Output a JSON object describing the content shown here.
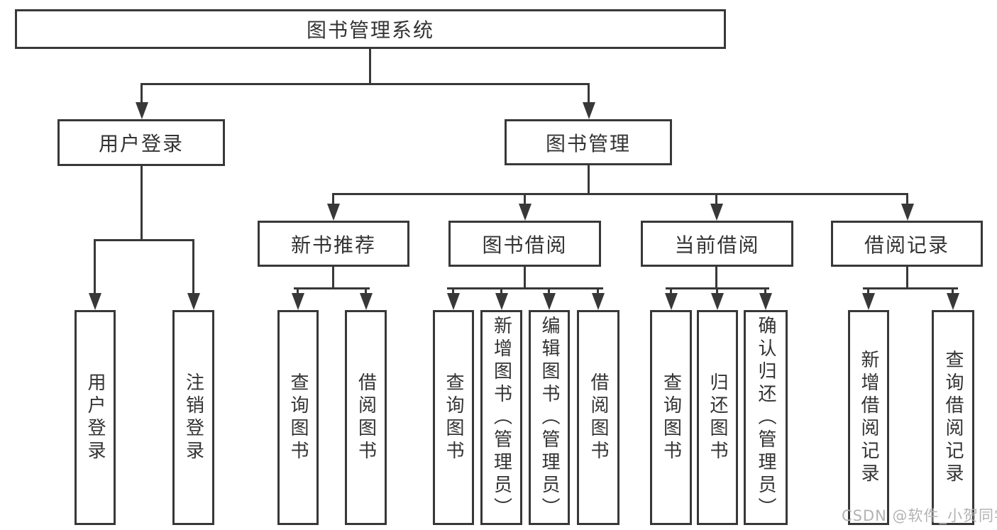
{
  "diagram_type": "hierarchy-tree",
  "tree": {
    "label": "图书管理系统",
    "children": [
      {
        "label": "用户登录",
        "children": [
          {
            "label": "用户登录"
          },
          {
            "label": "注销登录"
          }
        ]
      },
      {
        "label": "图书管理",
        "children": [
          {
            "label": "新书推荐",
            "children": [
              {
                "label": "查询图书"
              },
              {
                "label": "借阅图书"
              }
            ]
          },
          {
            "label": "图书借阅",
            "children": [
              {
                "label": "查询图书"
              },
              {
                "label": "新增图书（管理员）"
              },
              {
                "label": "编辑图书（管理员）"
              },
              {
                "label": "借阅图书"
              }
            ]
          },
          {
            "label": "当前借阅",
            "children": [
              {
                "label": "查询图书"
              },
              {
                "label": "归还图书"
              },
              {
                "label": "确认归还（管理员）"
              }
            ]
          },
          {
            "label": "借阅记录",
            "children": [
              {
                "label": "新增借阅记录"
              },
              {
                "label": "查询借阅记录"
              }
            ]
          }
        ]
      }
    ]
  },
  "watermark": {
    "text": "CSDN @软件_小贺同学"
  },
  "colors": {
    "line": "#383838",
    "box_border": "#383838",
    "text": "#333333",
    "watermark": "#b3b3b3",
    "background": "#ffffff"
  }
}
